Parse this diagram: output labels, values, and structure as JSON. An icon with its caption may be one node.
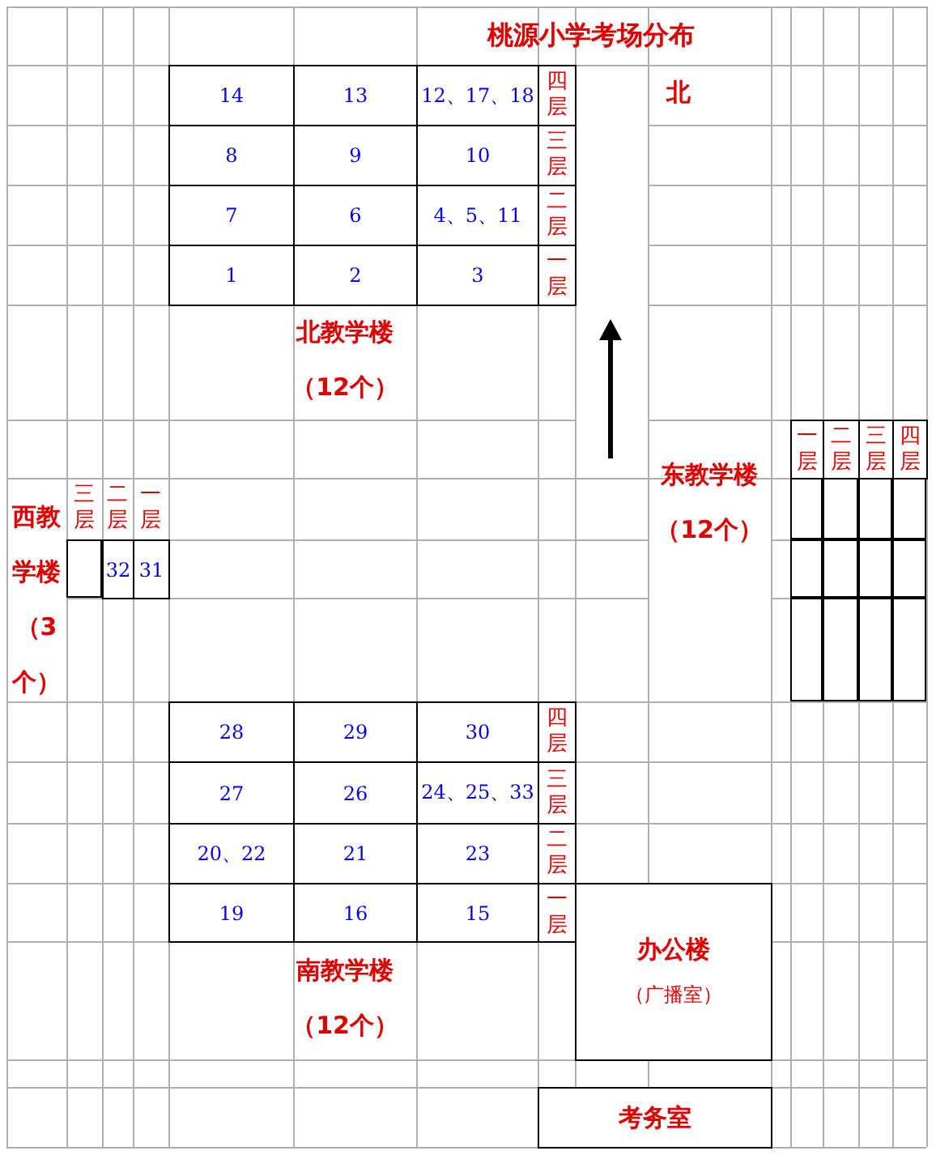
{
  "diagram": {
    "title": "桃源小学考场分布",
    "nodes": [
      {
        "text": [
          "14"
        ]
      },
      {
        "text": [
          "13"
        ]
      },
      {
        "text": [
          "12、17、18"
        ]
      },
      {
        "text": [
          "四层"
        ]
      },
      {
        "text": [
          "8"
        ]
      },
      {
        "text": [
          "9"
        ]
      },
      {
        "text": [
          "10"
        ]
      },
      {
        "text": [
          "三层"
        ]
      },
      {
        "text": [
          "7"
        ]
      },
      {
        "text": [
          "6"
        ]
      },
      {
        "text": [
          "4、5、11"
        ]
      },
      {
        "text": [
          "二层"
        ]
      },
      {
        "text": [
          "1"
        ]
      },
      {
        "text": [
          "2"
        ]
      },
      {
        "text": [
          "3"
        ]
      },
      {
        "text": [
          "一层"
        ]
      },
      {
        "text": [
          "一层"
        ]
      },
      {
        "text": [
          "二层"
        ]
      },
      {
        "text": [
          "三层"
        ]
      },
      {
        "text": [
          "四层"
        ]
      },
      {
        "text": [],
        "shape": "box"
      },
      {
        "text": [],
        "shape": "box"
      },
      {
        "text": [],
        "shape": "box"
      },
      {
        "text": [],
        "shape": "box"
      },
      {
        "text": [],
        "shape": "box"
      },
      {
        "text": [],
        "shape": "box"
      },
      {
        "text": [],
        "shape": "box"
      },
      {
        "text": [],
        "shape": "box"
      },
      {
        "text": [],
        "shape": "box"
      },
      {
        "text": [],
        "shape": "box"
      },
      {
        "text": [],
        "shape": "box"
      },
      {
        "text": [],
        "shape": "box"
      },
      {
        "text": [],
        "shape": "box"
      },
      {
        "text": [
          "32"
        ]
      },
      {
        "text": [
          "31"
        ]
      },
      {
        "text": [
          "28"
        ]
      },
      {
        "text": [
          "29"
        ]
      },
      {
        "text": [
          "30"
        ]
      },
      {
        "text": [
          "四层"
        ]
      },
      {
        "text": [
          "27"
        ]
      },
      {
        "text": [
          "26"
        ]
      },
      {
        "text": [
          "24、25、33"
        ]
      },
      {
        "text": [
          "三层"
        ]
      },
      {
        "text": [
          "20、22"
        ]
      },
      {
        "text": [
          "21"
        ]
      },
      {
        "text": [
          "23"
        ]
      },
      {
        "text": [
          "二层"
        ]
      },
      {
        "text": [
          "19"
        ]
      },
      {
        "text": [
          "16"
        ]
      },
      {
        "text": [
          "15"
        ]
      },
      {
        "text": [
          "一层"
        ]
      },
      {
        "text": [
          "办公楼",
          "（广播室）"
        ]
      },
      {
        "text": [
          "考务室"
        ]
      }
    ],
    "labels": [
      "北",
      "北教学楼",
      "（12个）",
      "东教学楼",
      "（12个）",
      "西教学楼（3个）",
      "三层",
      "二层",
      "一层",
      "南教学楼",
      "（12个）"
    ]
  }
}
